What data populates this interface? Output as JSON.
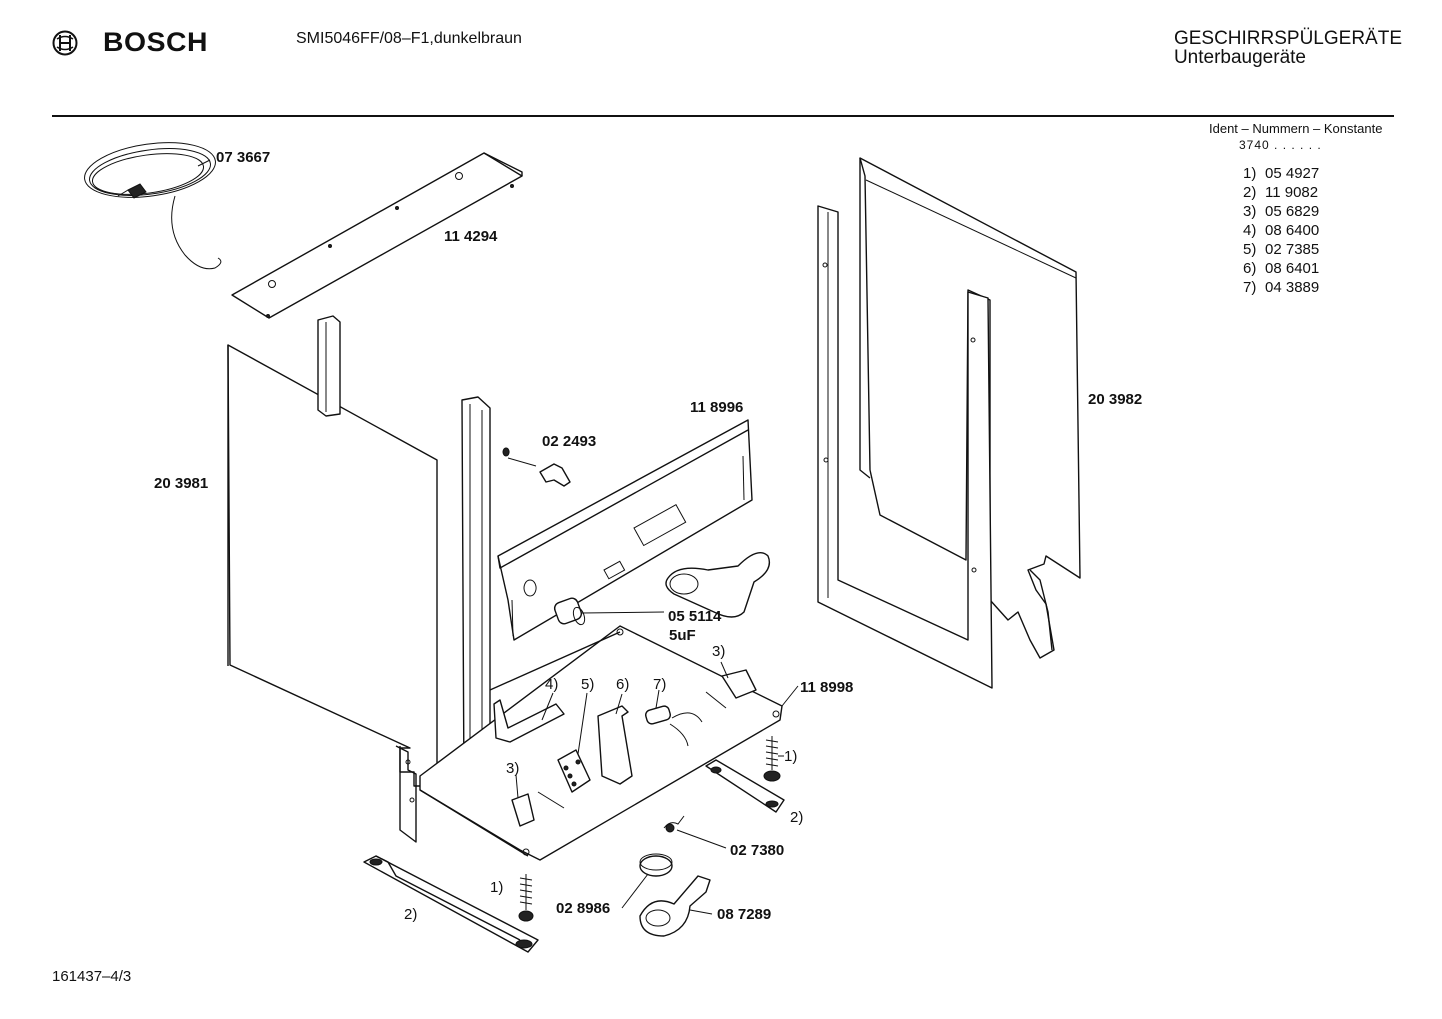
{
  "header": {
    "brand": "BOSCH",
    "model": "SMI5046FF/08–F1,dunkelbraun",
    "category_line1": "GESCHIRRSPÜLGERÄTE",
    "category_line2": "Unterbaugeräte"
  },
  "ident": {
    "title": "Ident – Nummern – Konstante",
    "constant": "3740 . . . . . .",
    "items": [
      {
        "num": "1)",
        "code": "05 4927"
      },
      {
        "num": "2)",
        "code": "11 9082"
      },
      {
        "num": "3)",
        "code": "05 6829"
      },
      {
        "num": "4)",
        "code": "08 6400"
      },
      {
        "num": "5)",
        "code": "02 7385"
      },
      {
        "num": "6)",
        "code": "08 6401"
      },
      {
        "num": "7)",
        "code": "04 3889"
      }
    ]
  },
  "parts": {
    "cable": "07 3667",
    "top_strip": "11 4294",
    "left_panel": "20 3981",
    "right_panel": "20 3982",
    "control_panel": "11 8996",
    "hinge_clip": "02 2493",
    "capacitor": "05 5114",
    "capacitor_value": "5uF",
    "base_frame": "11 8998",
    "float_switch": "02 7380",
    "float": "02 8986",
    "float_holder": "08 7289"
  },
  "callouts": {
    "c1": "1)",
    "c2": "2)",
    "c3": "3)",
    "c4": "4)",
    "c5": "5)",
    "c6": "6)",
    "c7": "7)"
  },
  "footer": {
    "doc_number": "161437–4/3"
  }
}
